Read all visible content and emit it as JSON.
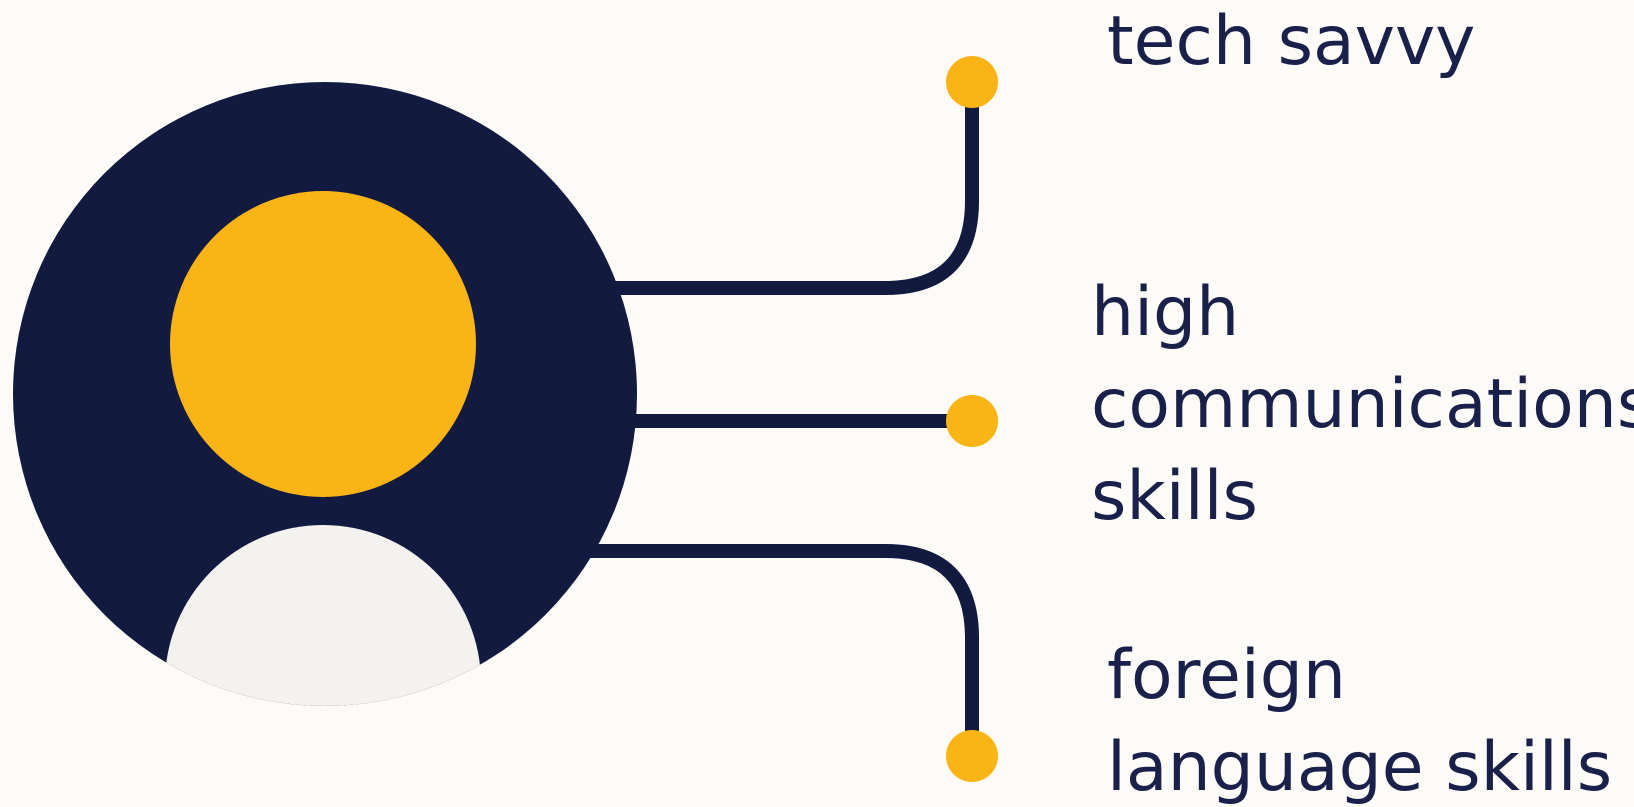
{
  "colors": {
    "background": "#fcfbf8",
    "navy": "#121a40",
    "yellow": "#fbb415",
    "body_shape": "#f4f2ef",
    "text": "#19204a"
  },
  "icons": {
    "person": "person-avatar-icon"
  },
  "skills": [
    {
      "lines": [
        "tech savvy"
      ]
    },
    {
      "lines": [
        "high",
        "communications",
        "skills"
      ]
    },
    {
      "lines": [
        "foreign",
        "language skills"
      ]
    }
  ]
}
